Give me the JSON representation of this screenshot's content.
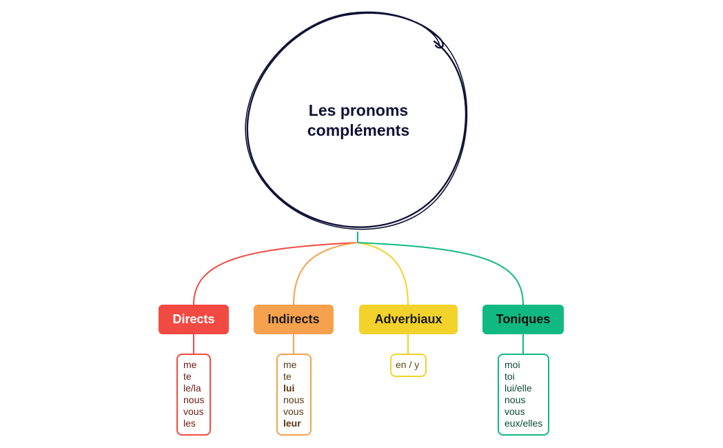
{
  "central": {
    "line1": "Les pronoms",
    "line2": "compléments"
  },
  "colors": {
    "ink": "#0f1235",
    "directs": "#f24a43",
    "indirects": "#f6a14d",
    "adverbiaux": "#f2d22b",
    "toniques": "#10b981"
  },
  "branches": [
    {
      "label": "Directs",
      "items": [
        {
          "text": "me"
        },
        {
          "text": "te"
        },
        {
          "text": "le/la"
        },
        {
          "text": "nous"
        },
        {
          "text": "vous"
        },
        {
          "text": "les"
        }
      ]
    },
    {
      "label": "Indirects",
      "items": [
        {
          "text": "me"
        },
        {
          "text": "te"
        },
        {
          "text": "lui",
          "strong": true
        },
        {
          "text": "nous"
        },
        {
          "text": "vous"
        },
        {
          "text": "leur",
          "strong": true
        }
      ]
    },
    {
      "label": "Adverbiaux",
      "items": [
        {
          "text": "en / y"
        }
      ]
    },
    {
      "label": "Toniques",
      "items": [
        {
          "text": "moi"
        },
        {
          "text": "toi"
        },
        {
          "text": "lui/elle"
        },
        {
          "text": "nous"
        },
        {
          "text": "vous"
        },
        {
          "text": "eux/elles"
        }
      ]
    }
  ]
}
